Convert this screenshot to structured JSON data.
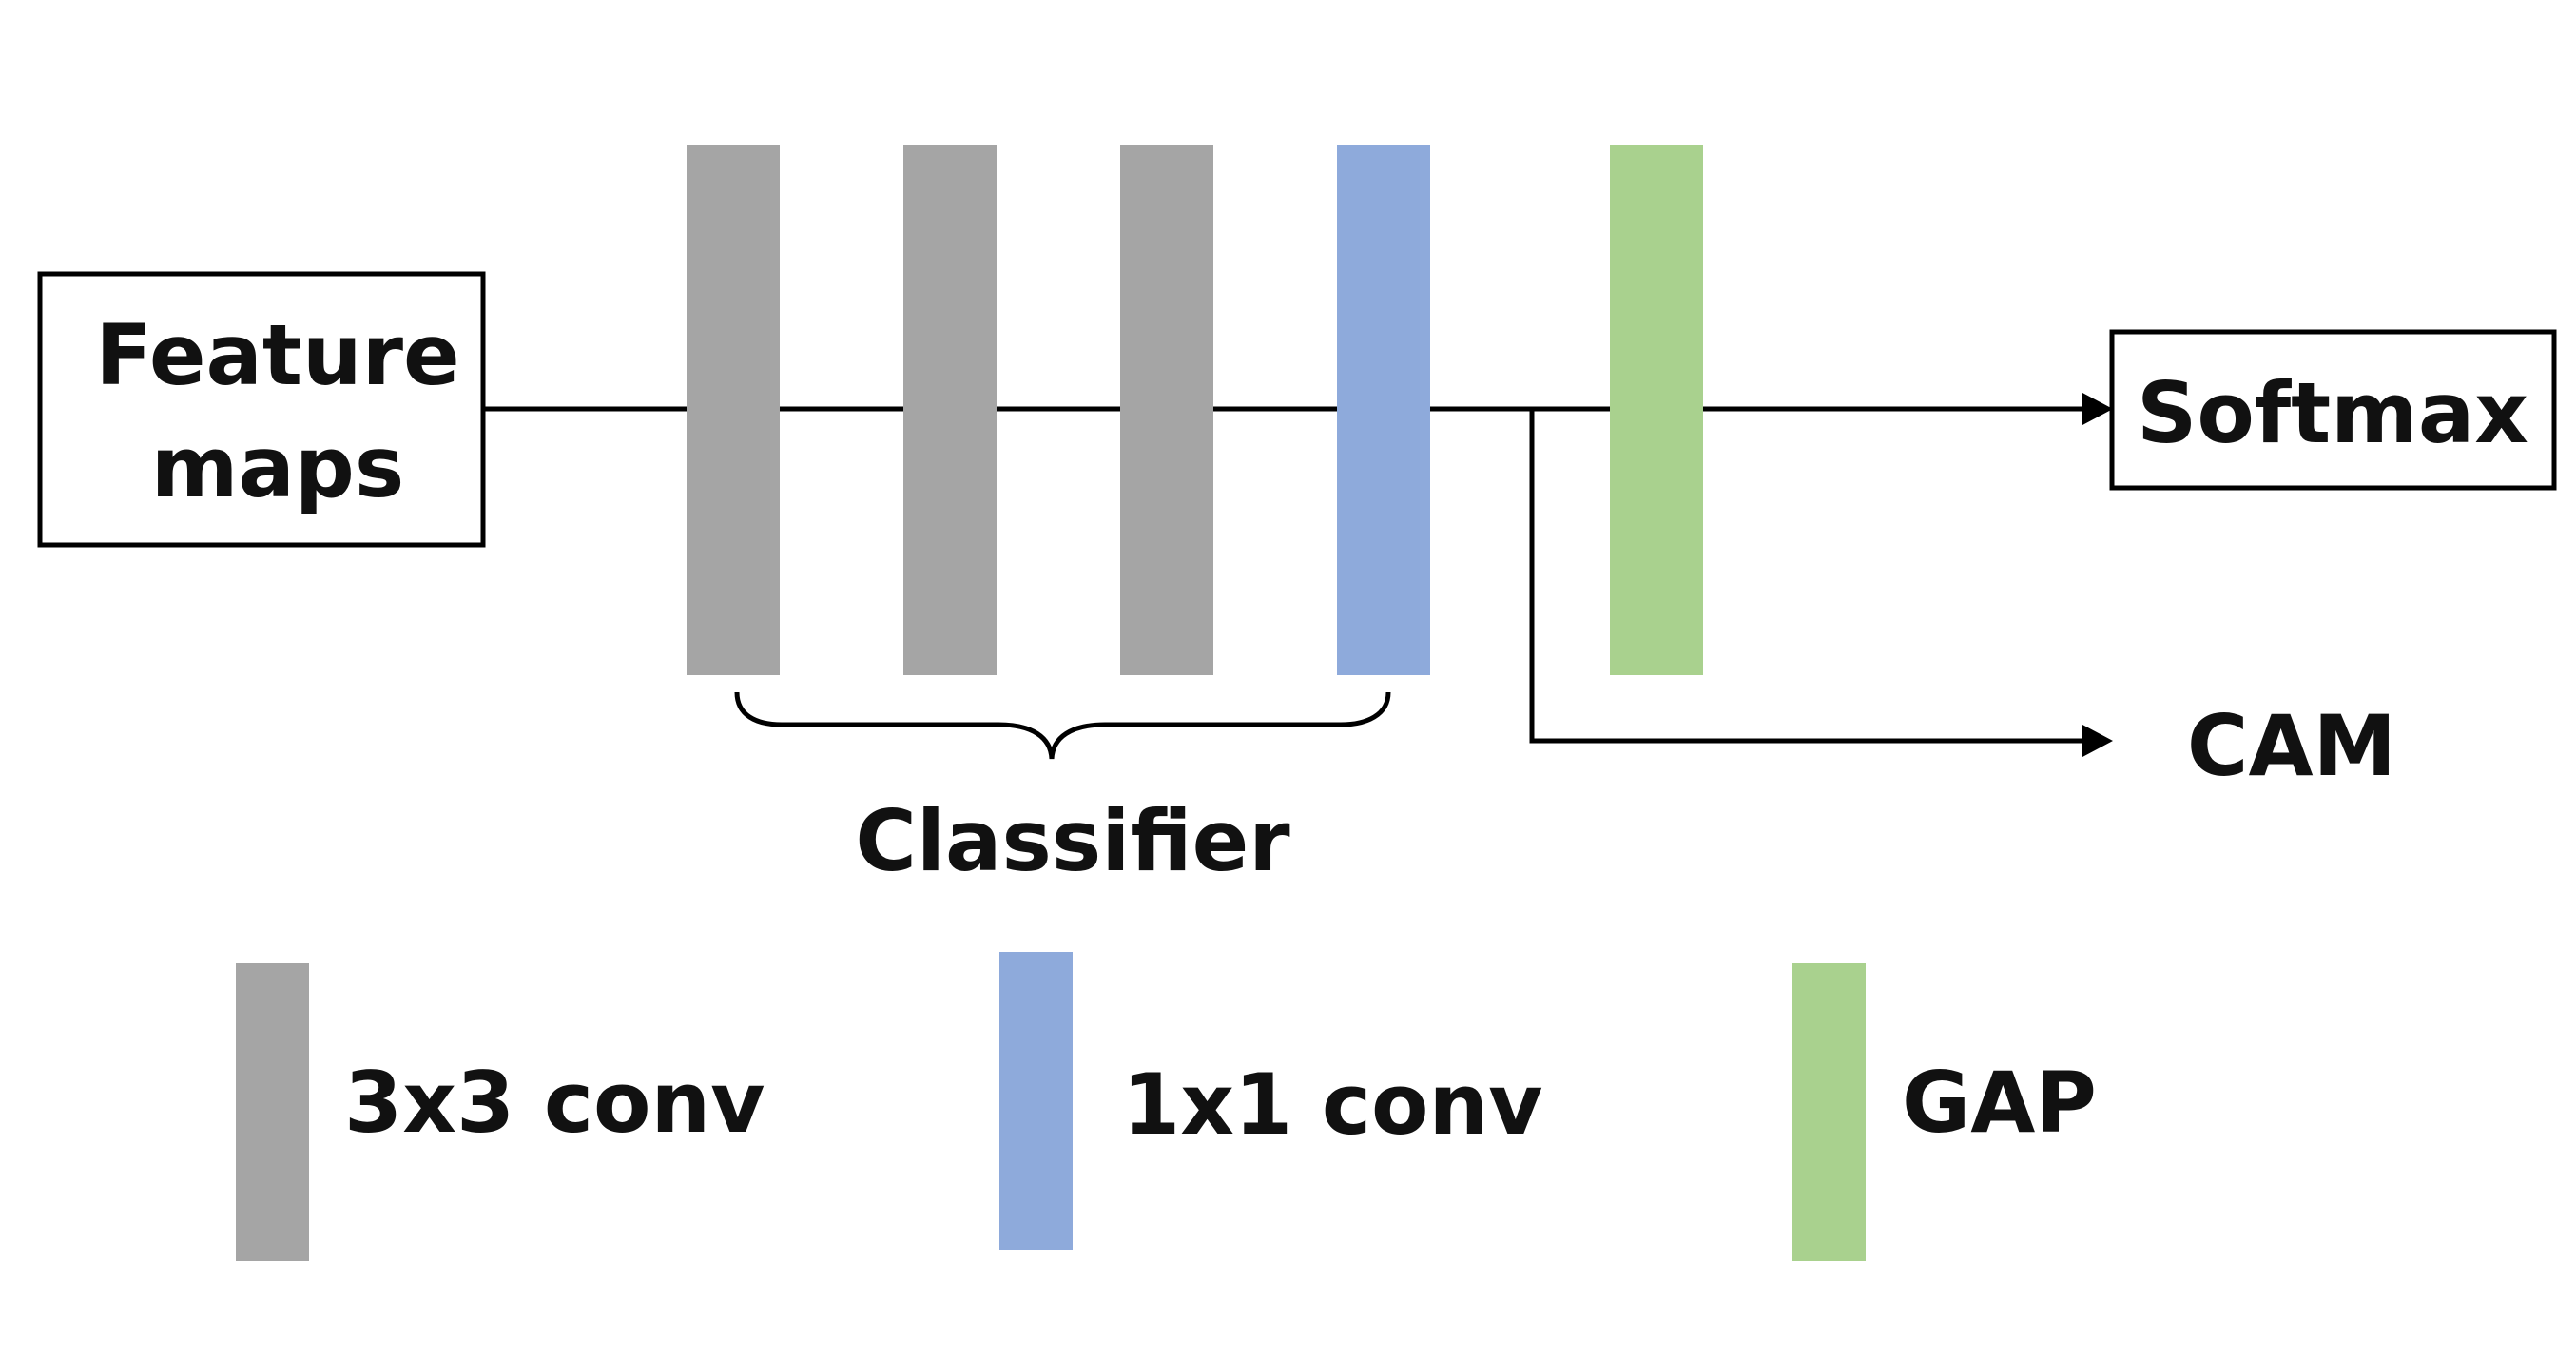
{
  "nodes": {
    "input": {
      "line1": "Feature",
      "line2": "maps"
    },
    "output_softmax": "Softmax",
    "output_cam": "CAM",
    "classifier_label": "Classifier"
  },
  "legend": [
    {
      "label": "3x3 conv",
      "color": "#a5a5a5"
    },
    {
      "label": "1x1 conv",
      "color": "#8eaadb"
    },
    {
      "label": "GAP",
      "color": "#a9d18e"
    }
  ],
  "colors": {
    "conv3x3": "#a5a5a5",
    "conv1x1": "#8eaadb",
    "gap": "#a9d18e",
    "stroke": "#000000"
  }
}
